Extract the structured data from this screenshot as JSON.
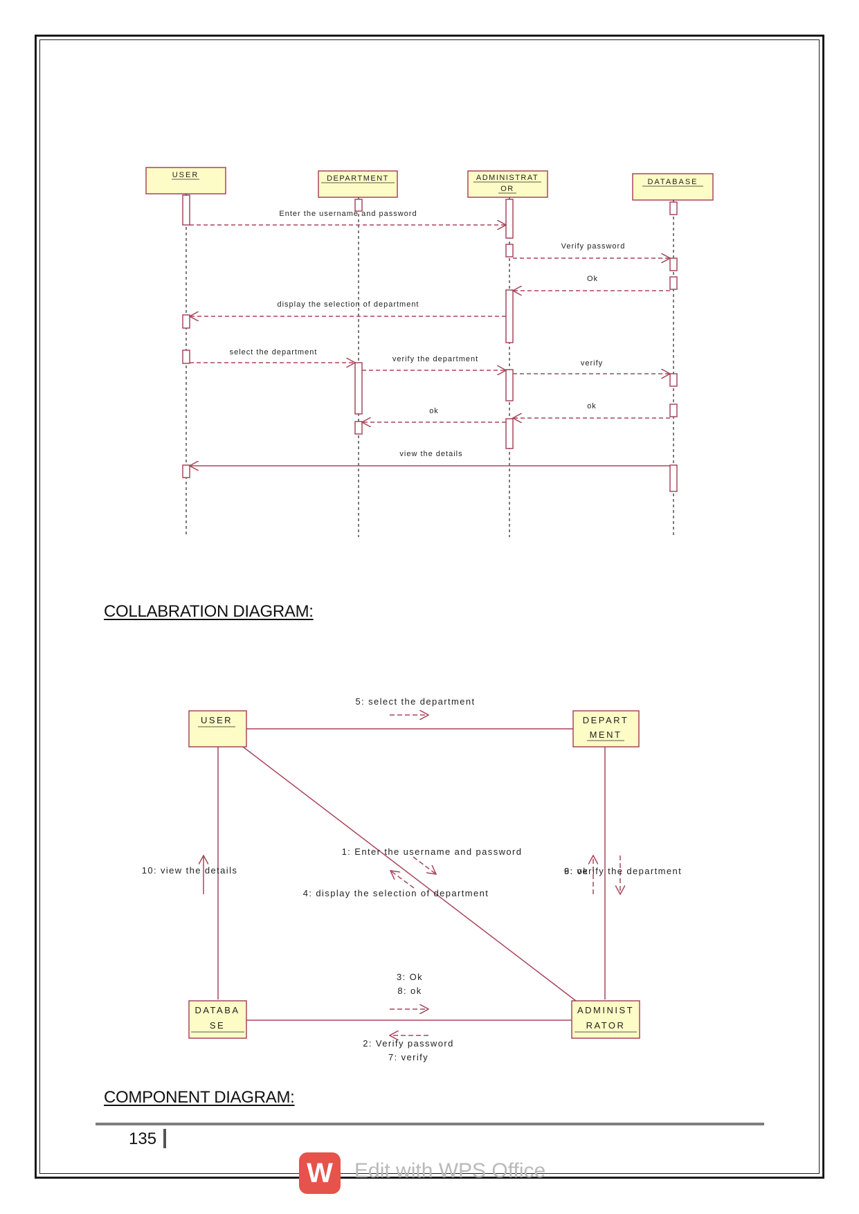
{
  "sequence": {
    "objects": [
      {
        "id": "user",
        "label": "USER"
      },
      {
        "id": "department",
        "label": "DEPARTMENT"
      },
      {
        "id": "administrator",
        "label_line1": "ADMINISTRAT",
        "label_line2": "OR"
      },
      {
        "id": "database",
        "label": "DATABASE"
      }
    ],
    "messages": [
      {
        "n": 1,
        "text": "Enter the username and password",
        "from": "user",
        "to": "administrator",
        "style": "dashed"
      },
      {
        "n": 2,
        "text": "Verify password",
        "from": "administrator",
        "to": "database",
        "style": "dashed"
      },
      {
        "n": 3,
        "text": "Ok",
        "from": "database",
        "to": "administrator",
        "style": "dashed"
      },
      {
        "n": 4,
        "text": "display the selection of department",
        "from": "administrator",
        "to": "user",
        "style": "dashed"
      },
      {
        "n": 5,
        "text": "select the department",
        "from": "user",
        "to": "department",
        "style": "dashed"
      },
      {
        "n": 6,
        "text": "verify the department",
        "from": "department",
        "to": "administrator",
        "style": "dashed"
      },
      {
        "n": 7,
        "text": "verify",
        "from": "administrator",
        "to": "database",
        "style": "dashed"
      },
      {
        "n": 8,
        "text": "ok",
        "from": "database",
        "to": "administrator",
        "style": "dashed"
      },
      {
        "n": 9,
        "text": "ok",
        "from": "administrator",
        "to": "department",
        "style": "dashed"
      },
      {
        "n": 10,
        "text": "view the details",
        "from": "database",
        "to": "user",
        "style": "solid"
      }
    ]
  },
  "collaboration": {
    "heading": "COLLABRATION DIAGRAM:",
    "objects": {
      "user": "USER",
      "department_line1": "DEPART",
      "department_line2": "MENT",
      "database_line1": "DATABA",
      "database_line2": "SE",
      "administrator_line1": "ADMINIST",
      "administrator_line2": "RATOR"
    },
    "labels": {
      "select_department": "5: select the department",
      "enter_username": "1: Enter the username and password",
      "display_selection": "4: display the selection of department",
      "view_details": "10: view the details",
      "verify_department": "9: verify the department",
      "verify_department_overlap": "6: ok",
      "ok_3": "3: Ok",
      "ok_8": "8: ok",
      "verify_password": "2: Verify password",
      "verify_7": "7: verify"
    }
  },
  "component_heading": "COMPONENT DIAGRAM:",
  "footer": {
    "page_number": "135",
    "watermark_logo": "W",
    "watermark_text": "Edit with WPS Office"
  },
  "colors": {
    "line": "#a8455b",
    "box_fill": "#fdfbc6",
    "box_stroke": "#a8455b",
    "text": "#222222"
  }
}
